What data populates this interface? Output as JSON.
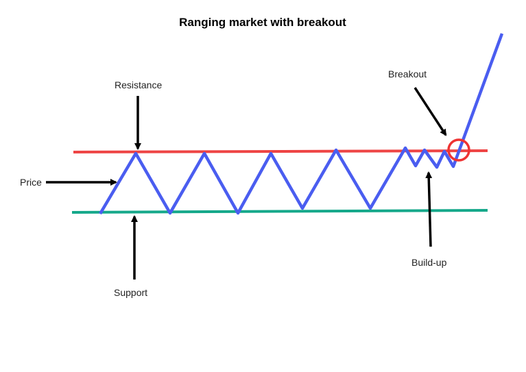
{
  "title": "Ranging market with breakout",
  "labels": {
    "resistance": "Resistance",
    "support": "Support",
    "price": "Price",
    "breakout": "Breakout",
    "buildup": "Build-up"
  },
  "colors": {
    "resistance": "#ee4444",
    "support": "#15a88a",
    "price": "#4a5df0",
    "arrow": "#000000",
    "breakout_marker": "#ee3333",
    "background": "#ffffff"
  }
}
